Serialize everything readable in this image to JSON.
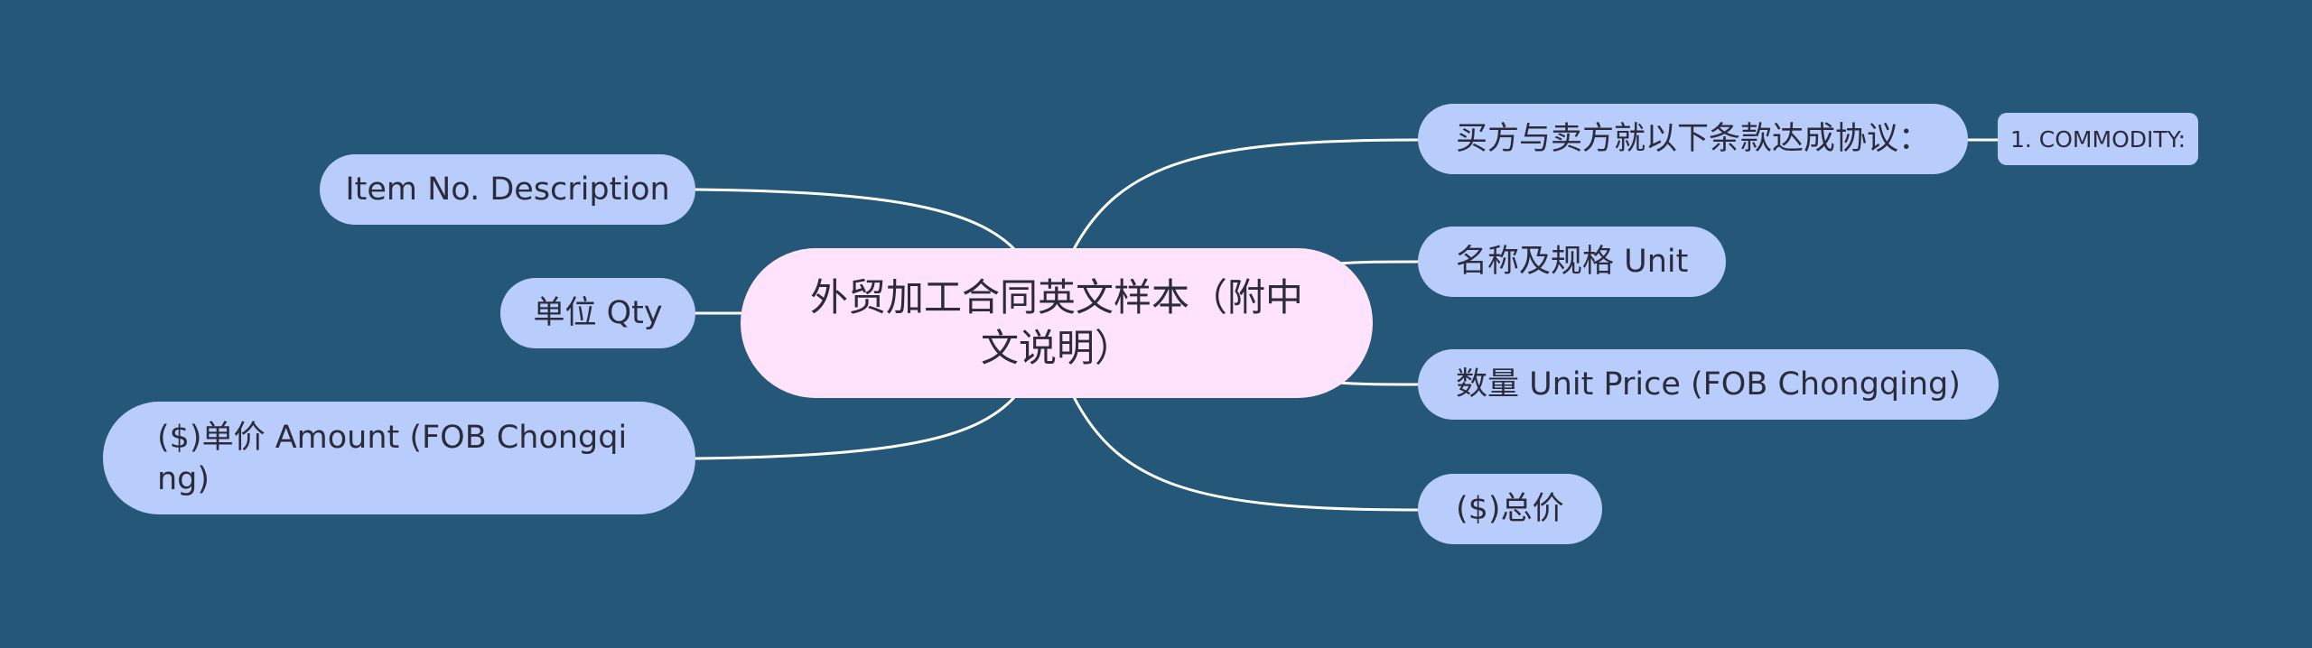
{
  "center": {
    "title": "外贸加工合同英文样本（附中文说明）"
  },
  "right_nodes": [
    {
      "label": "买方与卖方就以下条款达成协议："
    },
    {
      "label": "名称及规格 Unit"
    },
    {
      "label": "数量 Unit Price (FOB Chongqing)"
    },
    {
      "label": "($)总价"
    }
  ],
  "sub_node": {
    "label": "1. COMMODITY:"
  },
  "left_nodes": [
    {
      "label": "Item No. Description"
    },
    {
      "label": "单位 Qty"
    },
    {
      "label": "($)单价 Amount (FOB Chongqing)"
    }
  ],
  "colors": {
    "background": "#245778",
    "center_fill": "#ffe3fd",
    "node_fill": "#b9cdfd",
    "link": "#ffffff"
  }
}
